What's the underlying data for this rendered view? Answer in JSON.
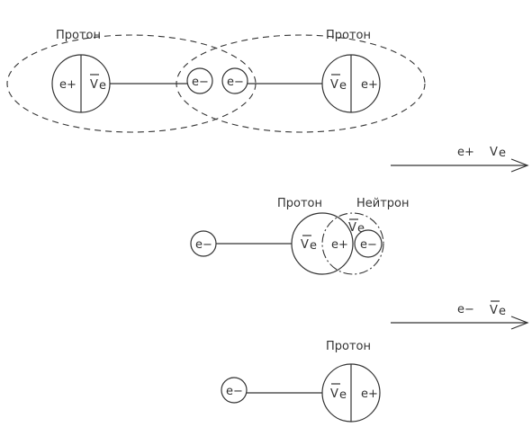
{
  "labels": {
    "proton": "Протон",
    "neutron": "Нейтрон"
  },
  "particles": {
    "positron": "e+",
    "electron": "e−",
    "antineutrino_symbol": "V",
    "antineutrino_subscript": "e"
  },
  "arrows": {
    "first": {
      "particle1": "e+",
      "particle2": "V",
      "particle2_subscript": "e"
    },
    "second": {
      "particle1": "e−",
      "particle2": "V",
      "particle2_subscript": "e"
    }
  },
  "colors": {
    "ink": "#333333",
    "background": "#ffffff"
  }
}
